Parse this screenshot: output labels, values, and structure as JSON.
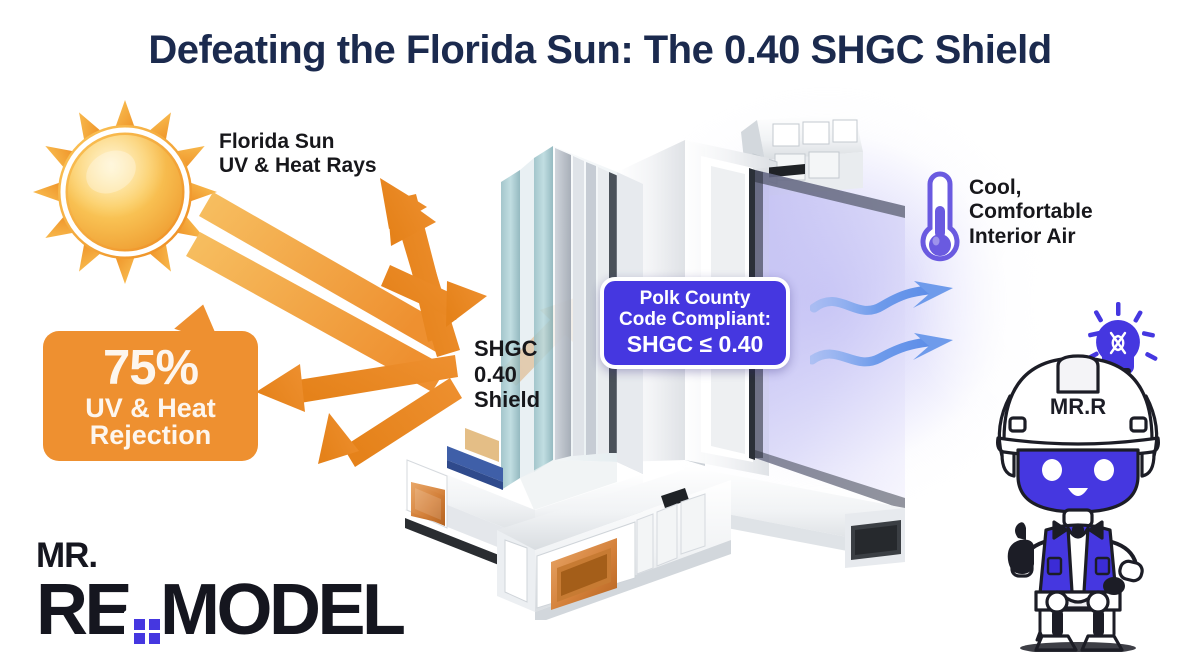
{
  "page": {
    "title": "Defeating the Florida Sun: The 0.40 SHGC Shield",
    "background": "#ffffff"
  },
  "colors": {
    "title_navy": "#1b2a4e",
    "orange_accent": "#EE9030",
    "orange_ray_light": "#F0A93C",
    "orange_arrow_dark": "#E8871E",
    "indigo_badge": "#4537E0",
    "purple_glow": "#9691F0",
    "airflow_blue": "#6E9BEB",
    "logo_dark": "#15161f",
    "glass_tint": "#AFC9CE"
  },
  "sun": {
    "icon": "sun-icon",
    "label_line1": "Florida Sun",
    "label_line2": "UV & Heat Rays"
  },
  "rejection_badge": {
    "percent": "75%",
    "line1": "UV & Heat",
    "line2": "Rejection"
  },
  "window": {
    "shield_label_line1": "SHGC",
    "shield_label_line2": "0.40",
    "shield_label_line3": "Shield"
  },
  "compliance_badge": {
    "line1": "Polk County",
    "line2": "Code Compliant:",
    "line3": "SHGC ≤ 0.40"
  },
  "interior": {
    "thermometer_icon": "thermometer-icon",
    "label_line1": "Cool,",
    "label_line2": "Comfortable",
    "label_line3": "Interior Air",
    "airflow_icon": "wavy-arrow-icon"
  },
  "mascot": {
    "name": "mr-remodel-robot",
    "helmet_text": "MR.R",
    "bulb_icon": "lightbulb-icon"
  },
  "logo": {
    "top": "MR.",
    "part1": "RE",
    "part2": "MODEL",
    "icon": "house-window-icon"
  }
}
